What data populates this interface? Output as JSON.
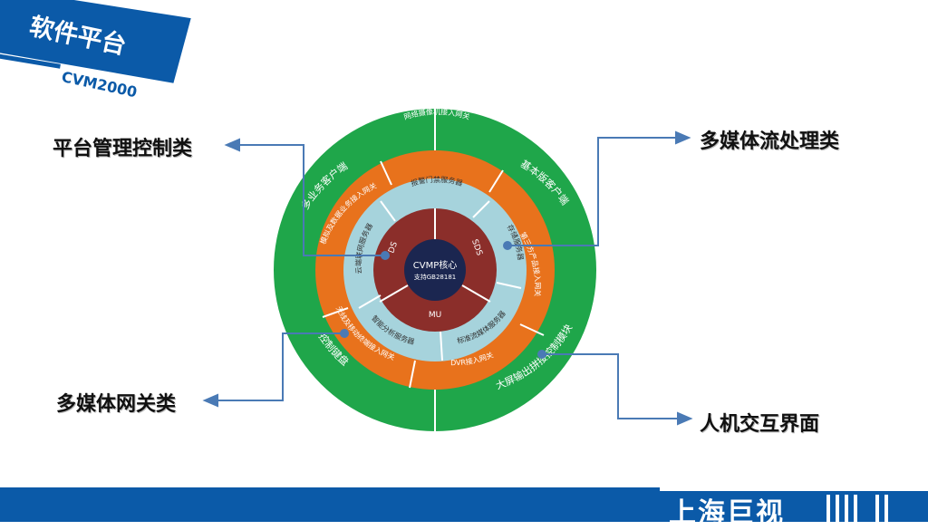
{
  "header": {
    "title": "软件平台",
    "subtitle": "CVM2000"
  },
  "categories": {
    "platform_control": "平台管理控制类",
    "stream_processing": "多媒体流处理类",
    "gateway": "多媒体网关类",
    "hmi": "人机交互界面"
  },
  "core": {
    "title": "CVMP核心",
    "subtitle": "支持GB28181",
    "segments": [
      "DS",
      "SDS",
      "MU"
    ]
  },
  "service_ring": [
    "报警门禁服务器",
    "存储服务器",
    "标准流媒体服务器",
    "智能分析服务器",
    "云端联网服务器"
  ],
  "gateway_ring": [
    "网络摄像机接入网关",
    "第三方产品接入网关",
    "DVR接入网关",
    "无线及移动终端接入网关",
    "模拟及数据业务接入网关"
  ],
  "outer_ring": [
    "多业务客户端",
    "基本版客户端",
    "大屏输出拼接控制模块",
    "控制键盘"
  ],
  "footer": {
    "company": "上海巨视"
  },
  "colors": {
    "outer_ring": "#1fa64a",
    "gateway_ring": "#e8721c",
    "service_ring": "#a6d3dc",
    "core_ring": "#8b2e2a",
    "core_center": "#1b2650",
    "connector": "#4a7ab5",
    "brand_blue": "#0b5aa8"
  }
}
